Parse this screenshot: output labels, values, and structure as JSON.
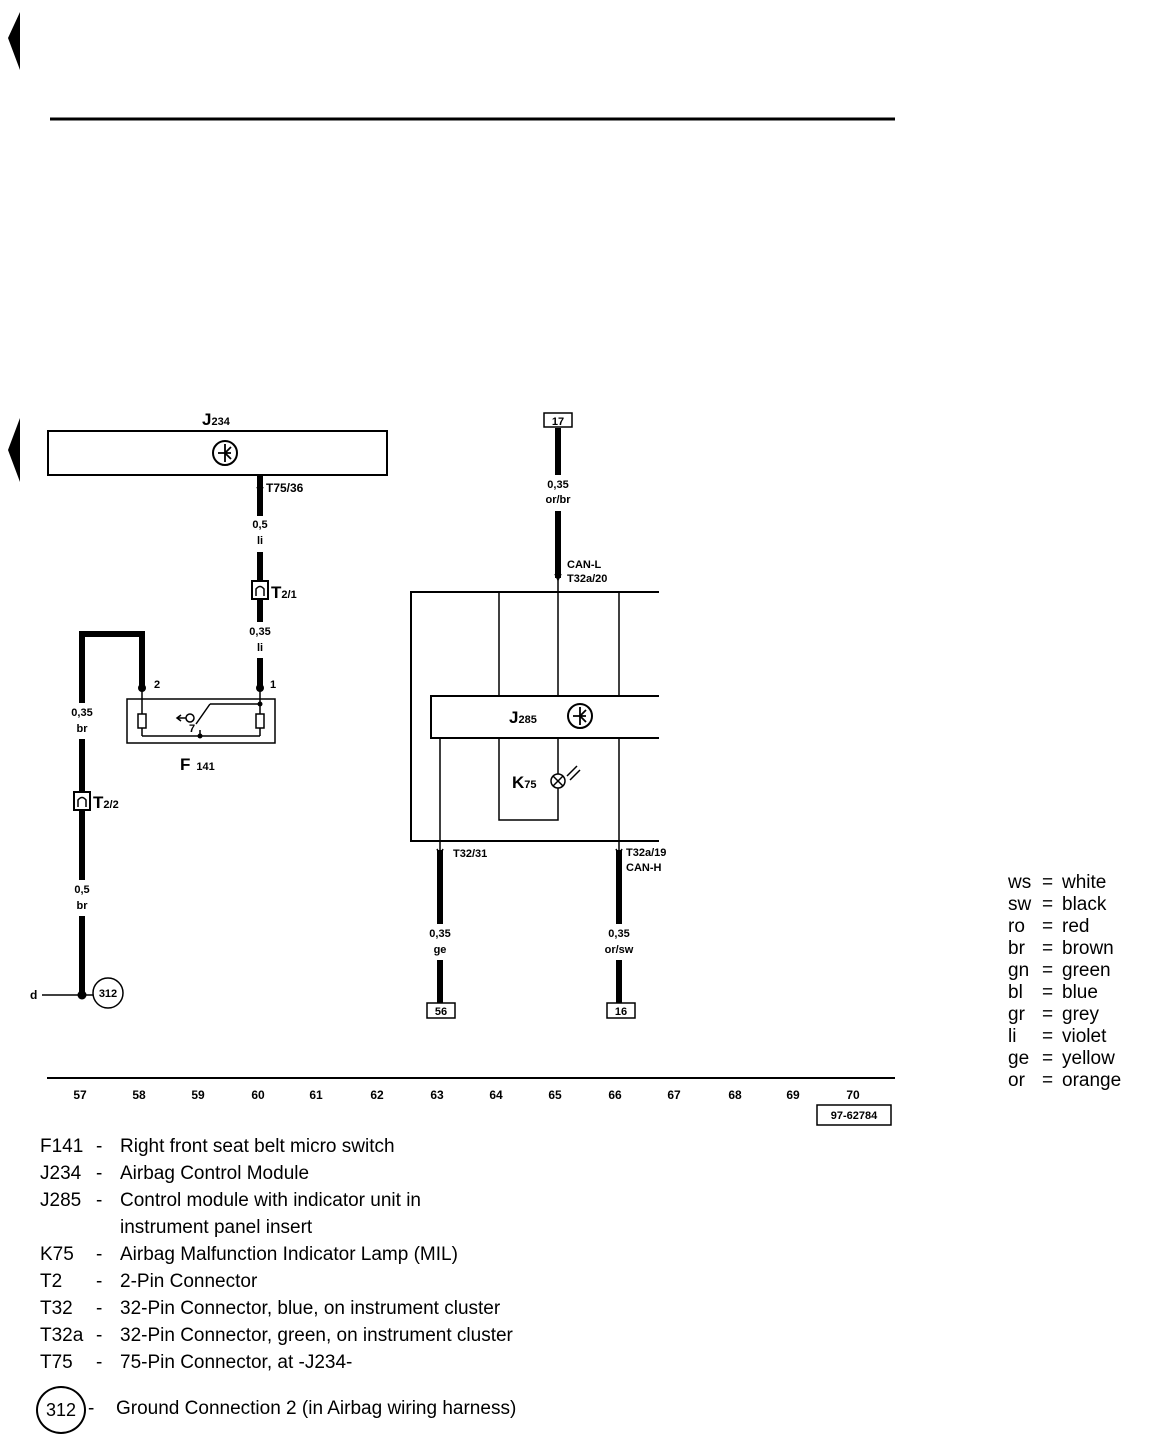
{
  "components": {
    "j234": {
      "code": "J",
      "sub": "234"
    },
    "j285": {
      "code": "J",
      "sub": "285"
    },
    "k75": {
      "code": "K",
      "sub": "75"
    },
    "f141": {
      "code": "F",
      "sub": "141"
    },
    "t2_1": {
      "code": "T",
      "sub": "2/1"
    },
    "t2_2": {
      "code": "T",
      "sub": "2/2"
    }
  },
  "connectors": {
    "t75_36": "T75/36",
    "t32a_20": "T32a/20",
    "can_l": "CAN-L",
    "t32_31": "T32/31",
    "t32a_19": "T32a/19",
    "can_h": "CAN-H"
  },
  "wires": {
    "w1": {
      "size": "0,5",
      "color": "li"
    },
    "w2": {
      "size": "0,35",
      "color": "li"
    },
    "w3": {
      "size": "0,35",
      "color": "br"
    },
    "w4": {
      "size": "0,5",
      "color": "br"
    },
    "w5": {
      "size": "0,35",
      "color": "or/br"
    },
    "w6": {
      "size": "0,35",
      "color": "ge"
    },
    "w7": {
      "size": "0,35",
      "color": "or/sw"
    }
  },
  "pins": {
    "p1": "1",
    "p2": "2",
    "p7": "7"
  },
  "refs": {
    "r17": "17",
    "r56": "56",
    "r16": "16"
  },
  "ground": {
    "number": "312",
    "wire_label": "d"
  },
  "positions": [
    "57",
    "58",
    "59",
    "60",
    "61",
    "62",
    "63",
    "64",
    "65",
    "66",
    "67",
    "68",
    "69",
    "70"
  ],
  "figure_id": "97-62784",
  "color_legend": [
    {
      "code": "ws",
      "name": "white"
    },
    {
      "code": "sw",
      "name": "black"
    },
    {
      "code": "ro",
      "name": "red"
    },
    {
      "code": "br",
      "name": "brown"
    },
    {
      "code": "gn",
      "name": "green"
    },
    {
      "code": "bl",
      "name": "blue"
    },
    {
      "code": "gr",
      "name": "grey"
    },
    {
      "code": "li",
      "name": "violet"
    },
    {
      "code": "ge",
      "name": "yellow"
    },
    {
      "code": "or",
      "name": "orange"
    }
  ],
  "key": [
    {
      "code": "F141",
      "desc": [
        "Right front seat belt micro switch"
      ]
    },
    {
      "code": "J234",
      "desc": [
        "Airbag Control Module"
      ]
    },
    {
      "code": "J285",
      "desc": [
        "Control module with indicator unit in",
        "instrument panel insert"
      ]
    },
    {
      "code": "K75",
      "desc": [
        "Airbag Malfunction Indicator Lamp (MIL)"
      ]
    },
    {
      "code": "T2",
      "desc": [
        "2-Pin Connector"
      ]
    },
    {
      "code": "T32",
      "desc": [
        "32-Pin Connector, blue, on instrument cluster"
      ]
    },
    {
      "code": "T32a",
      "desc": [
        "32-Pin Connector, green, on instrument cluster"
      ]
    },
    {
      "code": "T75",
      "desc": [
        "75-Pin Connector, at -J234-"
      ]
    }
  ],
  "ground_key": {
    "number": "312",
    "desc": "Ground Connection 2 (in Airbag wiring harness)"
  }
}
